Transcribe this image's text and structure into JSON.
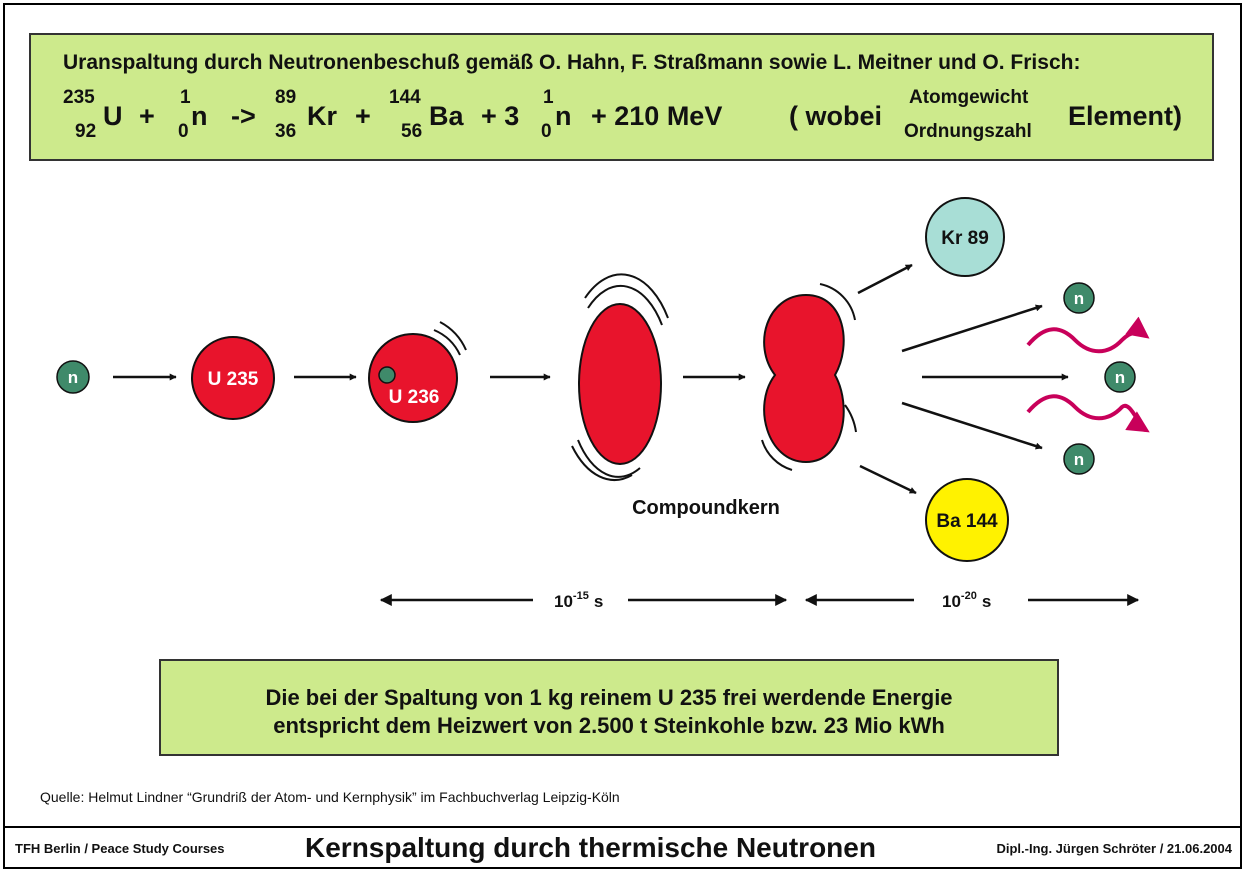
{
  "header": {
    "title": "Uranspaltung durch Neutronenbeschuß gemäß O. Hahn, F. Straßmann sowie L. Meitner und O. Frisch:",
    "equation": {
      "u_mass": "235",
      "u_num": "92",
      "u_sym": "U",
      "plus1": "+",
      "n_mass": "1",
      "n_num": "0",
      "n_sym": "n",
      "arrow": "->",
      "kr_mass": "89",
      "kr_num": "36",
      "kr_sym": "Kr",
      "plus2": "+",
      "ba_mass": "144",
      "ba_num": "56",
      "ba_sym": "Ba",
      "plus3": "+ 3",
      "n2_mass": "1",
      "n2_num": "0",
      "n2_sym": "n",
      "energy": "+ 210 MeV",
      "legend_open": "( wobei",
      "legend_top": "Atomgewicht",
      "legend_bottom": "Ordnungszahl",
      "legend_close": "Element)"
    }
  },
  "diagram": {
    "neutron_label": "n",
    "u235_label": "U 235",
    "u236_label": "U 236",
    "compound_label": "Compoundkern",
    "kr_label": "Kr 89",
    "ba_label": "Ba 144",
    "time1_base": "10",
    "time1_exp": "-15",
    "time1_unit": "s",
    "time2_base": "10",
    "time2_exp": "-20",
    "time2_unit": "s"
  },
  "info": {
    "line1": "Die bei der Spaltung von 1 kg reinem U 235 frei werdende Energie",
    "line2": "entspricht dem Heizwert von 2.500 t Steinkohle bzw. 23 Mio kWh"
  },
  "source": "Quelle: Helmut Lindner “Grundriß der Atom- und Kernphysik” im Fachbuchverlag Leipzig-Köln",
  "footer": {
    "left": "TFH Berlin / Peace Study Courses",
    "title": "Kernspaltung durch thermische Neutronen",
    "right": "Dipl.-Ing. Jürgen  Schröter / 21.06.2004"
  },
  "colors": {
    "nucleus_red": "#e8142c",
    "krypton": "#a8ded6",
    "barium": "#fff200",
    "neutron": "#3f8a6a",
    "wave": "#c8005a",
    "box_green": "#cdea8c"
  }
}
